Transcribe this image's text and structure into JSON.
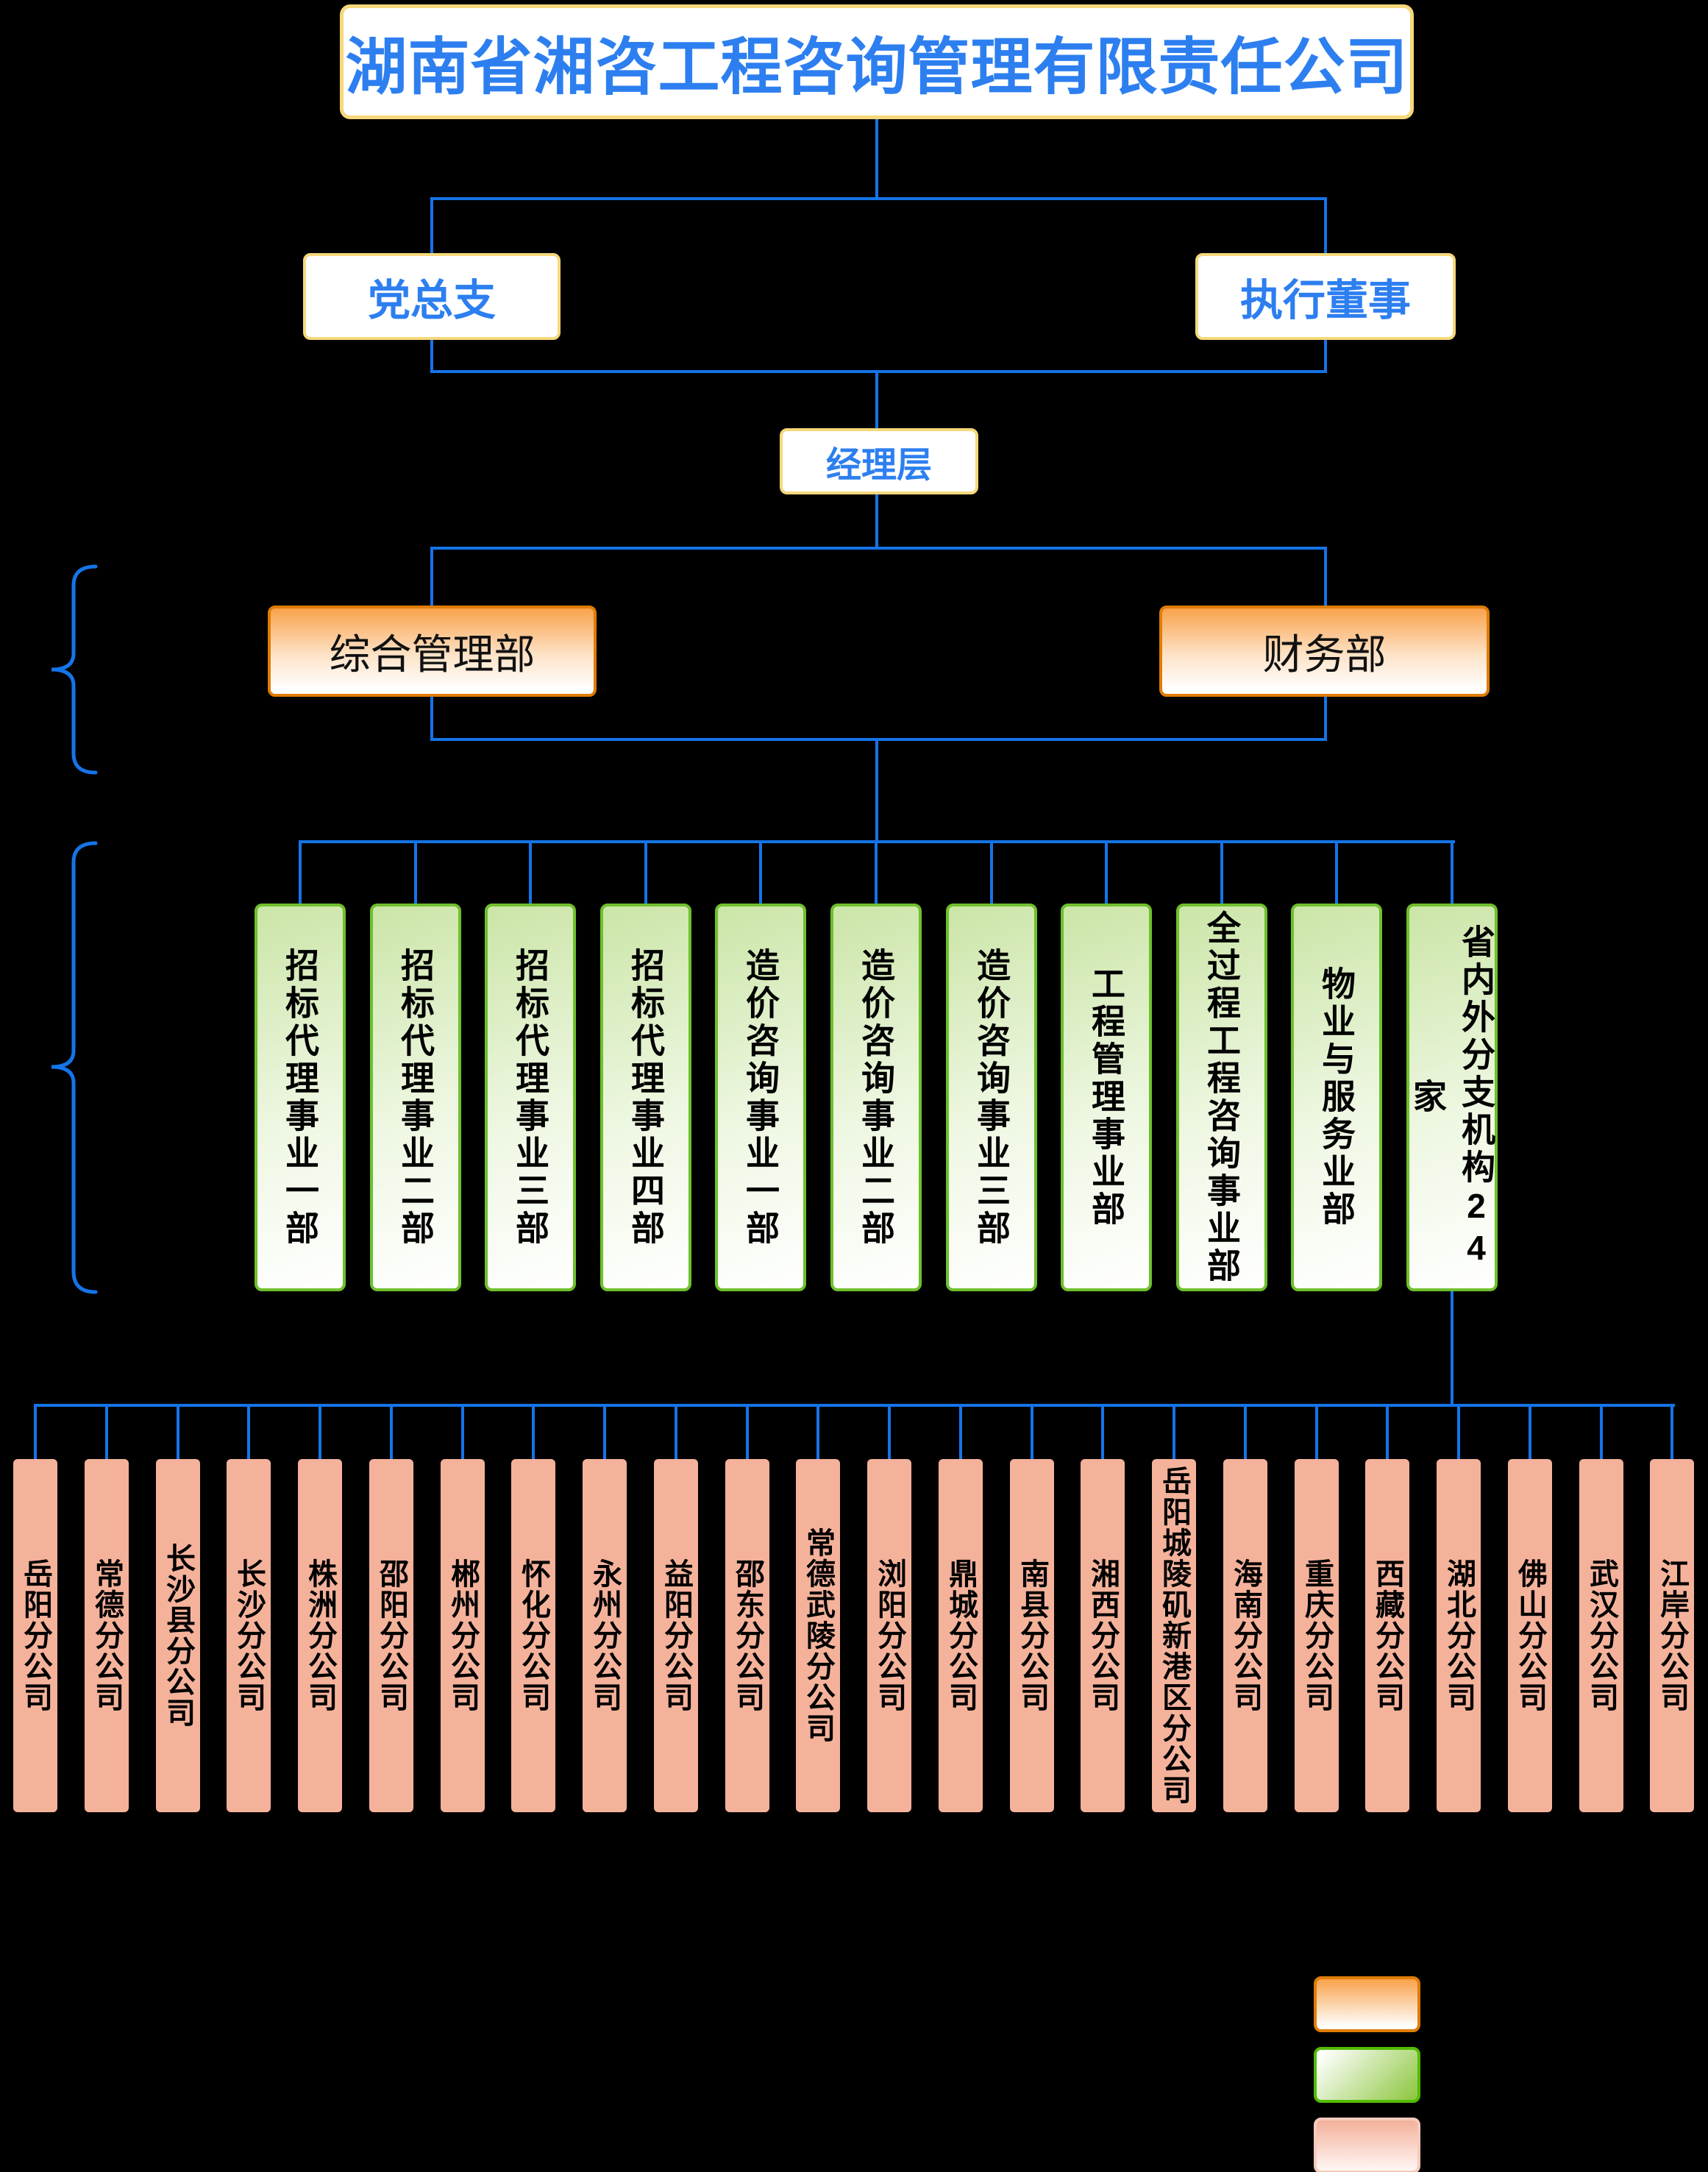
{
  "title": {
    "text": "湖南省湘咨工程咨询管理有限责任公司"
  },
  "governance": {
    "party_branch": "党总支",
    "executive_director": "执行董事",
    "management_layer": "经理层"
  },
  "functional_departments": [
    "综合管理部",
    "财务部"
  ],
  "business_units": [
    "招标代理事业一部",
    "招标代理事业二部",
    "招标代理事业三部",
    "招标代理事业四部",
    "造价咨询事业一部",
    "造价咨询事业二部",
    "造价咨询事业三部",
    "工程管理事业部",
    "全过程工程咨询事业部",
    "物业与服务业部",
    "省内外分支机构24家"
  ],
  "branch_companies": [
    "岳阳分公司",
    "常德分公司",
    "长沙县分公司",
    "长沙分公司",
    "株洲分公司",
    "邵阳分公司",
    "郴州分公司",
    "怀化分公司",
    "永州分公司",
    "益阳分公司",
    "邵东分公司",
    "常德武陵分公司",
    "浏阳分公司",
    "鼎城分公司",
    "南县分公司",
    "湘西分公司",
    "岳阳城陵矶新港区分公司",
    "海南分公司",
    "重庆分公司",
    "西藏分公司",
    "湖北分公司",
    "佛山分公司",
    "武汉分公司",
    "江岸分公司"
  ],
  "legend": {
    "items": [
      {
        "name": "functional-department",
        "color": "#f9a24c"
      },
      {
        "name": "business-unit",
        "color": "#8cc63e"
      },
      {
        "name": "branch-company",
        "color": "#f5b29b"
      }
    ]
  },
  "colors": {
    "connector_blue": "#1574e8",
    "title_text_blue": "#2d7ff0",
    "yellow_border": "#f6d87b",
    "orange_border": "#e07c05",
    "green_border": "#6ec02c",
    "pink_fill": "#f5b29b"
  }
}
